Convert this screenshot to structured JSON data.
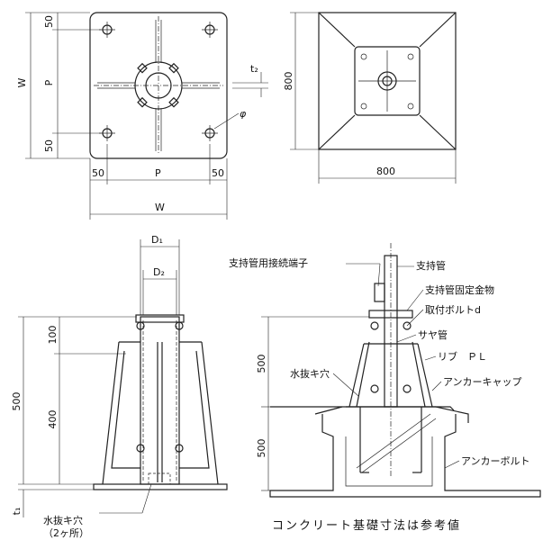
{
  "plan_views": {
    "left": {
      "dim_edge": "50",
      "dim_pitch": "P",
      "dim_width": "W",
      "dim_thickness_t2": "t₂",
      "dim_hole": "φ"
    },
    "right": {
      "dim_800_v": "800",
      "dim_800_h": "800"
    }
  },
  "side_view": {
    "dim_d1": "D₁",
    "dim_d2": "D₂",
    "dim_100": "100",
    "dim_400": "400",
    "dim_500": "500",
    "dim_t1": "t₁",
    "label_drain": "水抜キ穴",
    "label_drain_count": "（2ヶ所）"
  },
  "section_view": {
    "label_connector": "支持管用接続端子",
    "label_support_pipe": "支持管",
    "label_fixture": "支持管固定金物",
    "label_bolt": "取付ボルトd",
    "label_sleeve": "サヤ管",
    "label_rib": "リブ　ＰＬ",
    "label_drain": "水抜キ穴",
    "label_anchor_cap": "アンカーキャップ",
    "label_anchor_bolt": "アンカーボルト",
    "dim_500_top": "500",
    "dim_500_bottom": "500"
  },
  "footer": {
    "note": "コンクリート基礎寸法は参考値"
  }
}
